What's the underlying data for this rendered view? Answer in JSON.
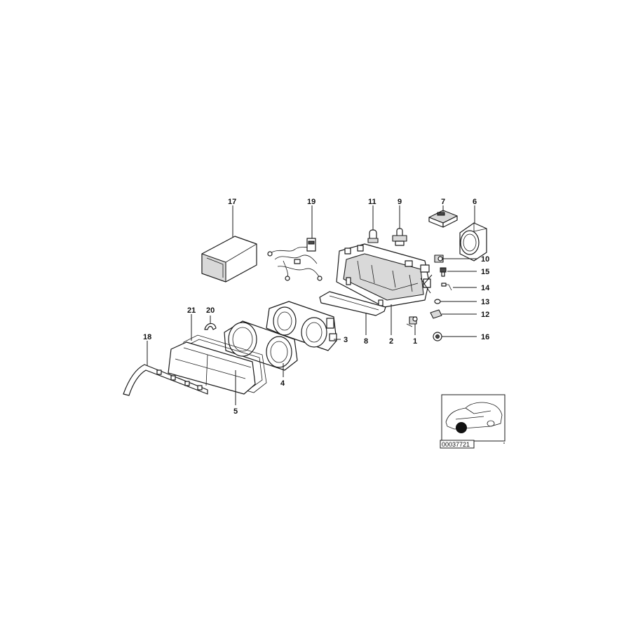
{
  "callouts": [
    {
      "id": "1",
      "label": "1"
    },
    {
      "id": "2",
      "label": "2"
    },
    {
      "id": "3",
      "label": "3"
    },
    {
      "id": "4",
      "label": "4"
    },
    {
      "id": "5",
      "label": "5"
    },
    {
      "id": "6",
      "label": "6"
    },
    {
      "id": "7",
      "label": "7"
    },
    {
      "id": "8",
      "label": "8"
    },
    {
      "id": "9",
      "label": "9"
    },
    {
      "id": "10",
      "label": "10"
    },
    {
      "id": "11",
      "label": "11"
    },
    {
      "id": "12",
      "label": "12"
    },
    {
      "id": "13",
      "label": "13"
    },
    {
      "id": "14",
      "label": "14"
    },
    {
      "id": "15",
      "label": "15"
    },
    {
      "id": "16",
      "label": "16"
    },
    {
      "id": "17",
      "label": "17"
    },
    {
      "id": "18",
      "label": "18"
    },
    {
      "id": "19",
      "label": "19"
    },
    {
      "id": "20",
      "label": "20"
    },
    {
      "id": "21",
      "label": "21"
    }
  ],
  "reference_image": {
    "code": "00037721"
  }
}
